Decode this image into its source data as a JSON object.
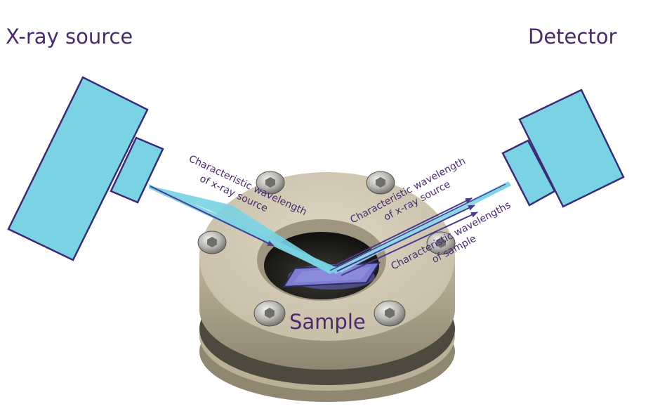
{
  "labels": {
    "source": "X-ray source",
    "detector": "Detector",
    "sample": "Sample",
    "beam_in_line1": "Characteristic wavelength",
    "beam_in_line2": "of x-ray source",
    "beam_out_line1": "Characteristic wavelength",
    "beam_out_line2": "of x-ray source",
    "sample_emission_line1": "Characteristic wavelengths",
    "sample_emission_line2": "of sample"
  },
  "colors": {
    "device_fill": "#79d3e3",
    "device_stroke": "#3b2a78",
    "beam": "#79d3e3",
    "arrow": "#4a3a8e",
    "text": "#4a2a6e",
    "holder": "#cbc3ad"
  }
}
